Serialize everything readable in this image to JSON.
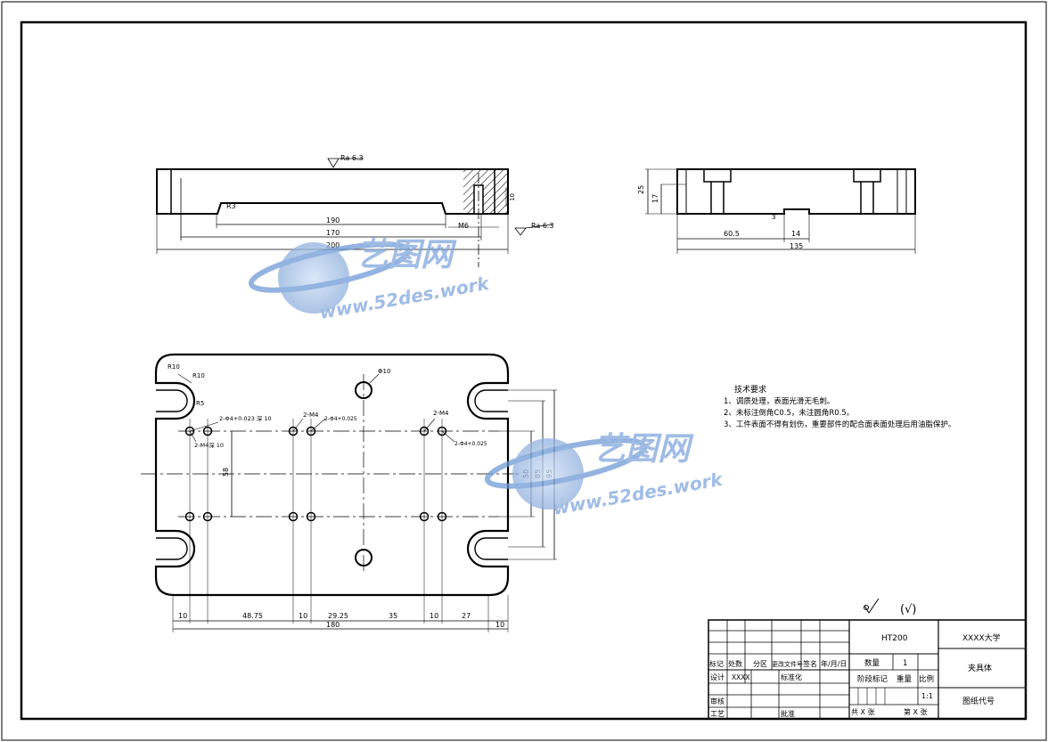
{
  "top_view": {
    "roughness_top": "Ra 6.3",
    "roughness_right": "Ra 6.3",
    "dim_r3": "R3",
    "dim_190": "190",
    "dim_170": "170",
    "dim_200": "200",
    "dim_m6": "M6",
    "dim_10": "10"
  },
  "side_view": {
    "dim_25": "25",
    "dim_17": "17",
    "dim_3": "3",
    "dim_60_5": "60.5",
    "dim_14": "14",
    "dim_135": "135"
  },
  "plan_view": {
    "r10_a": "R10",
    "r10_b": "R10",
    "r5": "R5",
    "phi10": "Φ10",
    "hole_a": "2-Φ4+0.023 深 10",
    "hole_b": "2-M4深 10",
    "hole_c_label": "2-M4",
    "hole_c": "2-Φ4+0.025",
    "hole_d_label": "2-M4",
    "hole_d": "2-Φ4+0.025",
    "dim_58": "58",
    "dim_50": "50",
    "dim_85": "85",
    "dim_95": "95",
    "bottom_dims": [
      "10",
      "48.75",
      "10",
      "29.25",
      "35",
      "10",
      "27"
    ],
    "dim_180": "180",
    "dim_10_right": "10"
  },
  "tech_req": {
    "title": "技术要求",
    "items": [
      "1、调质处理，表面光滑无毛刺。",
      "2、未标注倒角C0.5，未注圆角R0.5。",
      "3、工件表面不得有划伤，重要部件的配合面表面处理后用油脂保护。"
    ]
  },
  "roughness_note": "(√)",
  "title_block": {
    "material": "HT200",
    "university": "XXXX大学",
    "part_name": "夹具体",
    "quantity_label": "数量",
    "quantity": "1",
    "stage_label": "阶段标记",
    "weight_label": "重量",
    "scale_label": "比例",
    "scale": "1:1",
    "drawing_code": "图纸代号",
    "sheets_total": "共  X  张",
    "sheet_no": "第  X  张",
    "mark": "标记",
    "count": "处数",
    "area": "分区",
    "change_doc": "更改文件号",
    "sign": "签名",
    "date": "年/月/日",
    "design": "设计",
    "designer": "XXXX",
    "standard": "标准化",
    "review": "审核",
    "process": "工艺",
    "approve": "批准"
  },
  "watermark": {
    "brand": "艺图网",
    "url": "www.52des.work"
  }
}
